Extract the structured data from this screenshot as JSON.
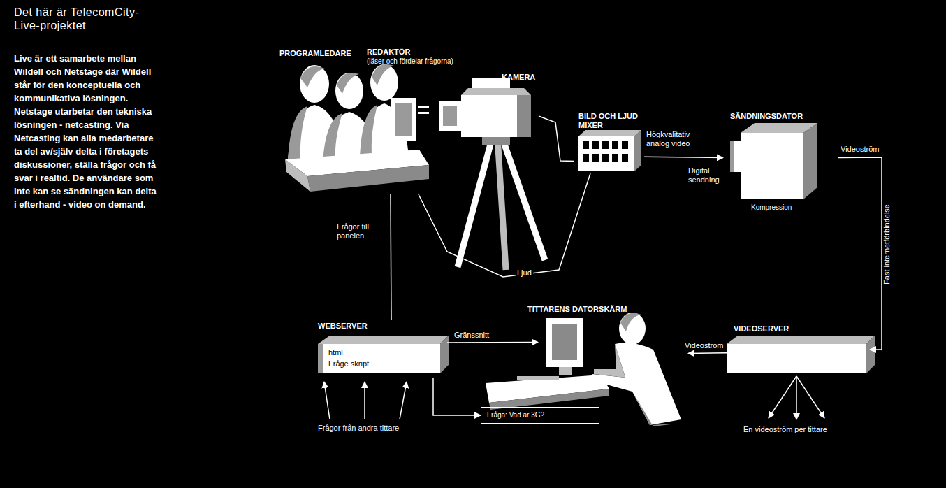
{
  "diagram": {
    "title": "Det här är TelecomCity-Live-projektet",
    "nodes": [
      {
        "text": [
          "PROGRAMLEDARE",
          "REDAKTÖR",
          "(läser och fördelar frågorna)"
        ]
      },
      {
        "text": [
          "KAMERA"
        ]
      },
      {
        "text": [
          "BILD OCH LJUD MIXER"
        ]
      },
      {
        "text": [
          "SÄNDNINGSDATOR",
          "Kompression"
        ]
      },
      {
        "text": [
          "WEBSERVER",
          "html",
          "Fråge skript"
        ]
      },
      {
        "text": [
          "TITTARENS DATORSKÄRM"
        ]
      },
      {
        "text": [
          "Fråga: Vad är 3G?"
        ]
      },
      {
        "text": [
          "VIDEOSERVER"
        ]
      }
    ],
    "edges": [
      {
        "from": 1,
        "to": 2,
        "arrow": "none"
      },
      {
        "from": 0,
        "to": 2,
        "label": "Ljud",
        "arrow": "none"
      },
      {
        "from": 2,
        "to": 3,
        "label": "Högkvalitativ analog video",
        "arrow": "to"
      },
      {
        "from": 3,
        "to": 7,
        "label": "Videoström",
        "arrow": "to"
      },
      {
        "from": 7,
        "to": 5,
        "label": "Videoström",
        "arrow": "to"
      },
      {
        "from": 4,
        "to": 5,
        "label": "Gränssnitt",
        "arrow": "to"
      },
      {
        "from": 4,
        "to": 6,
        "arrow": "to"
      },
      {
        "from": 4,
        "to": 0,
        "label": "Frågor till panelen",
        "arrow": "none"
      }
    ],
    "labels": [
      "Live är ett samarbete mellan Wildell och Netstage där Wildell står för den konceptuella och kommunikativa lösningen. Netstage utarbetar den tekniska lösningen - netcasting. Via Netcasting kan alla medarbetare ta del av/själv delta i företagets diskussioner, ställa frågor och få svar i realtid. De användare som inte kan se sändningen kan delta i efterhand - video on demand.",
      "Digital sendning",
      "Fast internetförbindelse",
      "Frågor från andra tittare",
      "En videoström per tittare"
    ]
  }
}
